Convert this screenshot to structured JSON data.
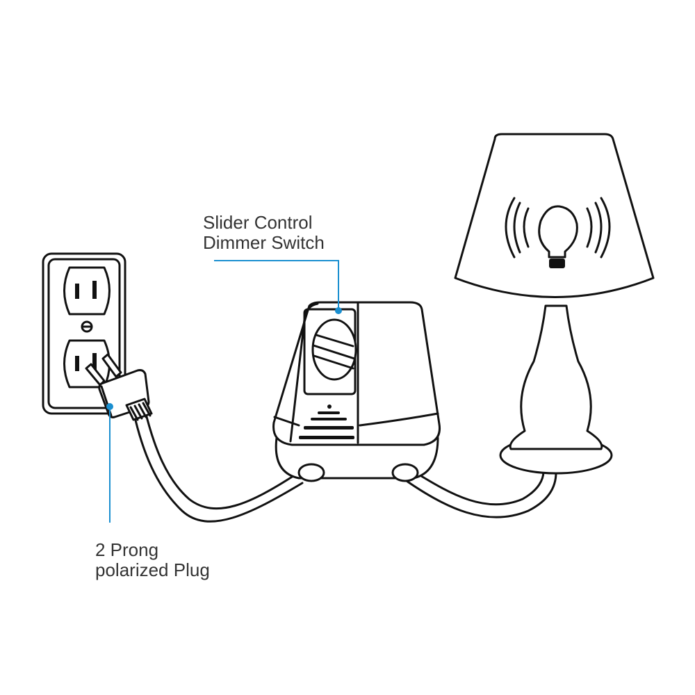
{
  "labels": {
    "dimmer": {
      "line1": "Slider Control",
      "line2": "Dimmer Switch"
    },
    "plug": {
      "line1": "2 Prong",
      "line2": "polarized Plug"
    }
  },
  "colors": {
    "callout": "#1a8fd0",
    "outline": "#111111",
    "text": "#333333"
  }
}
